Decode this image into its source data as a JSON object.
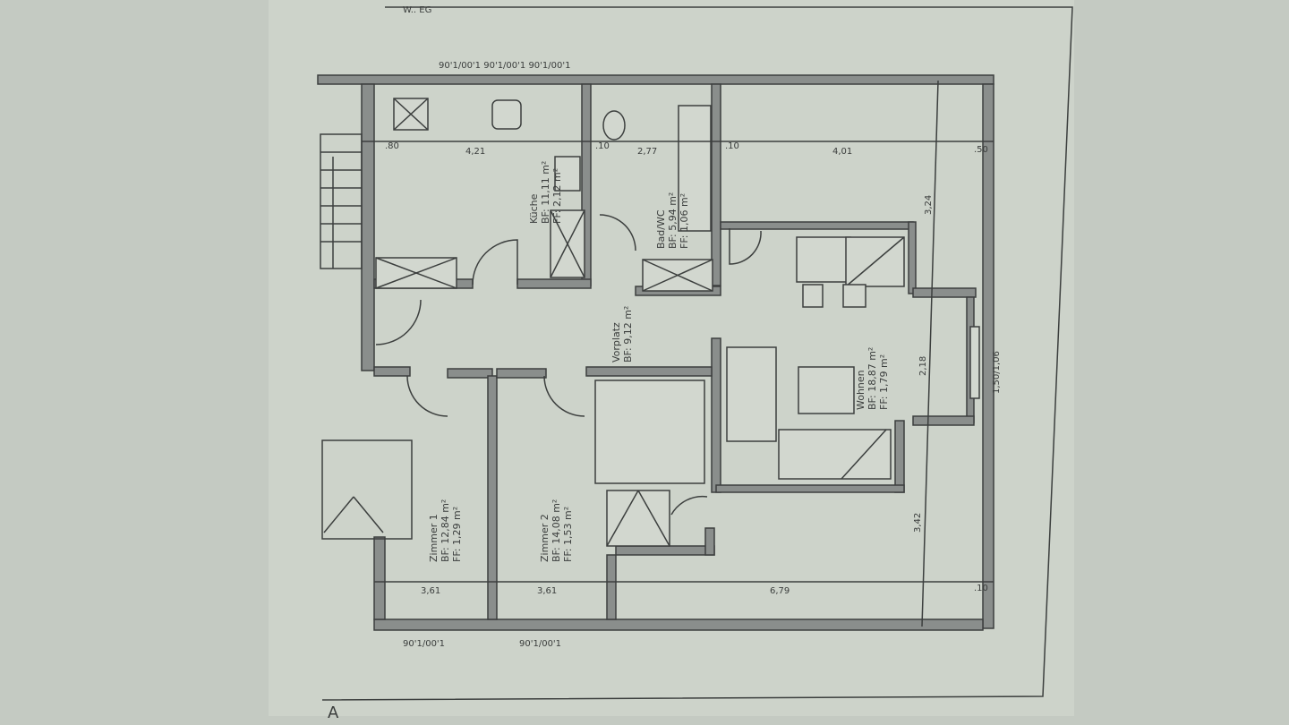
{
  "header_text": "W.. EG",
  "rooms": [
    {
      "name": "Küche",
      "bf": "BF: 11,11 m²",
      "ff": "FF: 2,12 m²"
    },
    {
      "name": "Bad/WC",
      "bf": "BF: 5,94 m²",
      "ff": "FF: 1,06 m²"
    },
    {
      "name": "Vorplatz",
      "bf": "BF: 9,12 m²",
      "ff": ""
    },
    {
      "name": "Wohnen",
      "bf": "BF: 18,87 m²",
      "ff": "FF: 1,79 m²"
    },
    {
      "name": "Zimmer 1",
      "bf": "BF: 12,84 m²",
      "ff": "FF: 1,29 m²"
    },
    {
      "name": "Zimmer 2",
      "bf": "BF: 14,08 m²",
      "ff": "FF: 1,53 m²"
    }
  ],
  "dimensions": {
    "top_windows": "90'1/00'1   90'1/00'1   90'1/00'1",
    "bottom_windows_1": "90'1/00'1",
    "bottom_windows_2": "90'1/00'1",
    "right_window": "1,50/1,06",
    "right_1": "3,24",
    "right_2": "2,18",
    "right_3": "3,42",
    "top_1": "4,21",
    "top_2": "2,77",
    "top_3": "4,01",
    "bottom_1": "3,61",
    "bottom_2": "3,61",
    "bottom_3": "6,79",
    "small_1": ".80",
    "small_2": ".10",
    "small_3": ".10",
    "small_4": ".50",
    "small_5": ".10"
  },
  "corner_mark": "A"
}
